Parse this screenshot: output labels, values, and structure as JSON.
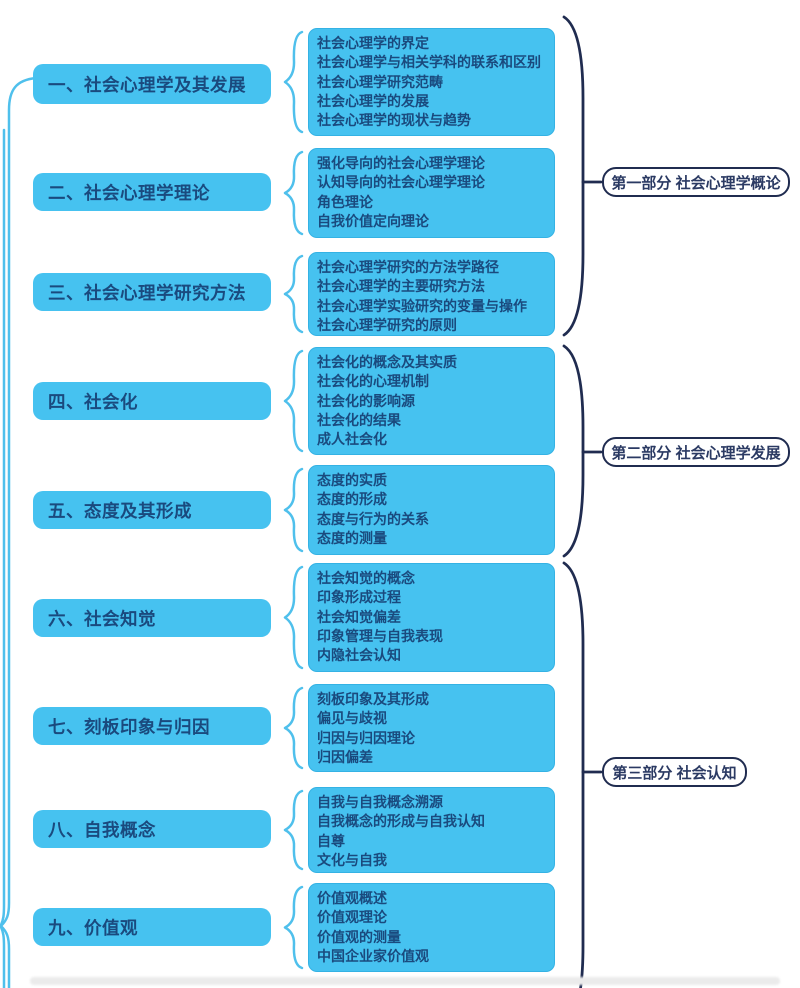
{
  "colors": {
    "box_fill": "#46C2F0",
    "box_text": "#1A4A7E",
    "brace_cyan": "#4FC0EC",
    "brace_navy": "#202C50",
    "label_border": "#202C50",
    "label_text": "#2B3A63",
    "background": "#FFFFFF"
  },
  "chapters": [
    {
      "label": "一、社会心理学及其发展",
      "topics": [
        "社会心理学的界定",
        "社会心理学与相关学科的联系和区别",
        "社会心理学研究范畴",
        "社会心理学的发展",
        "社会心理学的现状与趋势"
      ]
    },
    {
      "label": "二、社会心理学理论",
      "topics": [
        "强化导向的社会心理学理论",
        "认知导向的社会心理学理论",
        "角色理论",
        "自我价值定向理论"
      ]
    },
    {
      "label": "三、社会心理学研究方法",
      "topics": [
        "社会心理学研究的方法学路径",
        "社会心理学的主要研究方法",
        "社会心理学实验研究的变量与操作",
        "社会心理学研究的原则"
      ]
    },
    {
      "label": "四、社会化",
      "topics": [
        "社会化的概念及其实质",
        "社会化的心理机制",
        "社会化的影响源",
        "社会化的结果",
        "成人社会化"
      ]
    },
    {
      "label": "五、态度及其形成",
      "topics": [
        "态度的实质",
        "态度的形成",
        "态度与行为的关系",
        "态度的测量"
      ]
    },
    {
      "label": "六、社会知觉",
      "topics": [
        "社会知觉的概念",
        "印象形成过程",
        "社会知觉偏差",
        "印象管理与自我表现",
        "内隐社会认知"
      ]
    },
    {
      "label": "七、刻板印象与归因",
      "topics": [
        "刻板印象及其形成",
        "偏见与歧视",
        "归因与归因理论",
        "归因偏差"
      ]
    },
    {
      "label": "八、自我概念",
      "topics": [
        "自我与自我概念溯源",
        "自我概念的形成与自我认知",
        "自尊",
        "文化与自我"
      ]
    },
    {
      "label": "九、价值观",
      "topics": [
        "价值观概述",
        "价值观理论",
        "价值观的测量",
        "中国企业家价值观"
      ]
    }
  ],
  "parts": [
    {
      "label": "第一部分 社会心理学概论"
    },
    {
      "label": "第二部分 社会心理学发展"
    },
    {
      "label": "第三部分 社会认知"
    }
  ]
}
